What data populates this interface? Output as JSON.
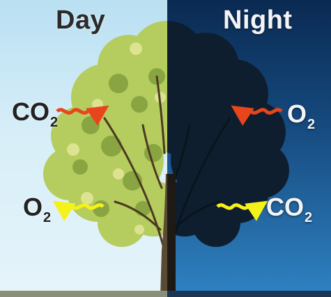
{
  "labels": {
    "day": "Day",
    "night": "Night"
  },
  "gases": {
    "co2_day": {
      "base": "CO",
      "sub": "2"
    },
    "o2_night": {
      "base": "O",
      "sub": "2"
    },
    "o2_day": {
      "base": "O",
      "sub": "2"
    },
    "co2_night": {
      "base": "CO",
      "sub": "2"
    }
  },
  "colors": {
    "day_sky": "#d7eef8",
    "night_sky": "#15487c",
    "incoming_arrow": "#e8451c",
    "outgoing_arrow": "#f5f21a",
    "day_foliage": "#b5cc5e",
    "night_foliage": "#0f1e2e"
  }
}
